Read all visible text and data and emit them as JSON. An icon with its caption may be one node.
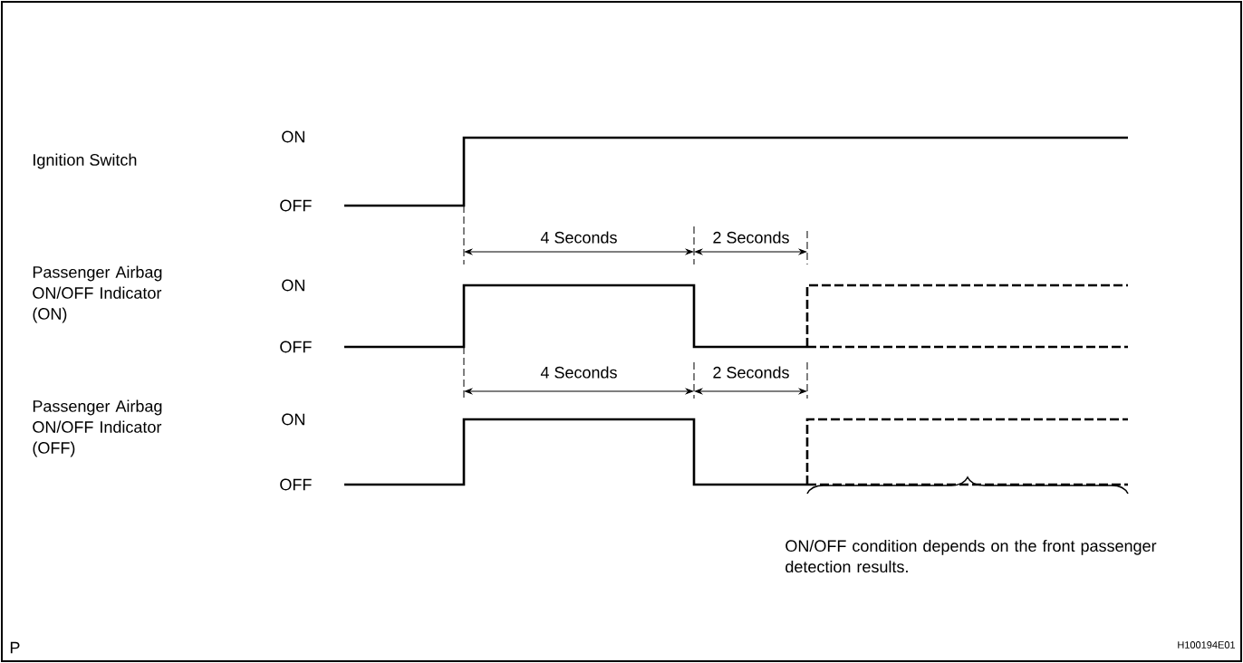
{
  "diagram": {
    "labels": [
      "Ignition Switch",
      "ON",
      "OFF",
      "4 Seconds",
      "2 Seconds",
      "Passenger Airbag ON/OFF Indicator (ON)",
      "ON",
      "OFF",
      "4 Seconds",
      "2 Seconds",
      "Passenger Airbag ON/OFF Indicator (OFF)",
      "ON",
      "OFF",
      "ON/OFF condition depends on the front passenger detection results.",
      "P",
      "H100194E01"
    ]
  }
}
